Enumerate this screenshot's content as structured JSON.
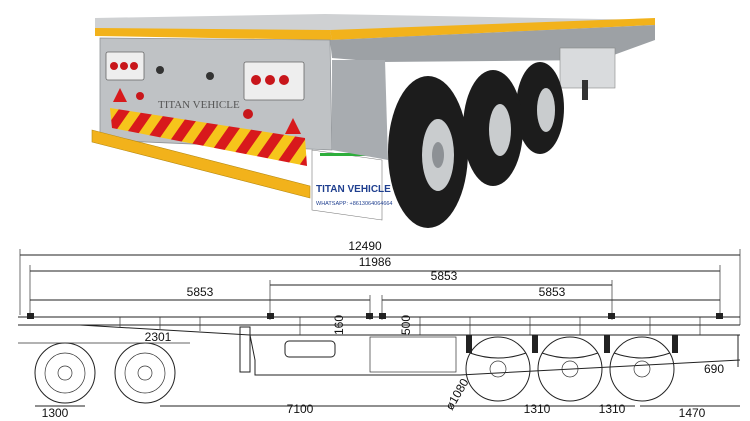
{
  "photo": {
    "brand_plate": "TITAN VEHICLE",
    "side_panel_title": "TITAN VEHICLE",
    "side_panel_contact": "WHATSAPP: +8613064064664",
    "colors": {
      "deck_yellow": "#f2b21b",
      "frame_grey": "#b9bcbf",
      "tire": "#1c1c1c",
      "hub": "#c9ccce",
      "stripe_red": "#d8191c",
      "stripe_yellow": "#f6c51b",
      "panel_blue": "#1f3f8f"
    }
  },
  "drawing": {
    "overall_length": "12490",
    "deck_length": "11986",
    "twistlock_spacing_left": "5853",
    "twistlock_spacing_mid": "5853",
    "twistlock_spacing_right": "5853",
    "tractor_axle_dim": "2301",
    "front_overhang": "1300",
    "kingpin_to_axle": "7100",
    "axle_spacing_1": "1310",
    "axle_spacing_2": "1310",
    "rear_overhang": "1470",
    "deck_height": "690",
    "wheel_diameter": "ø1080",
    "beam_height_front": "160",
    "beam_height_mid": "500"
  }
}
